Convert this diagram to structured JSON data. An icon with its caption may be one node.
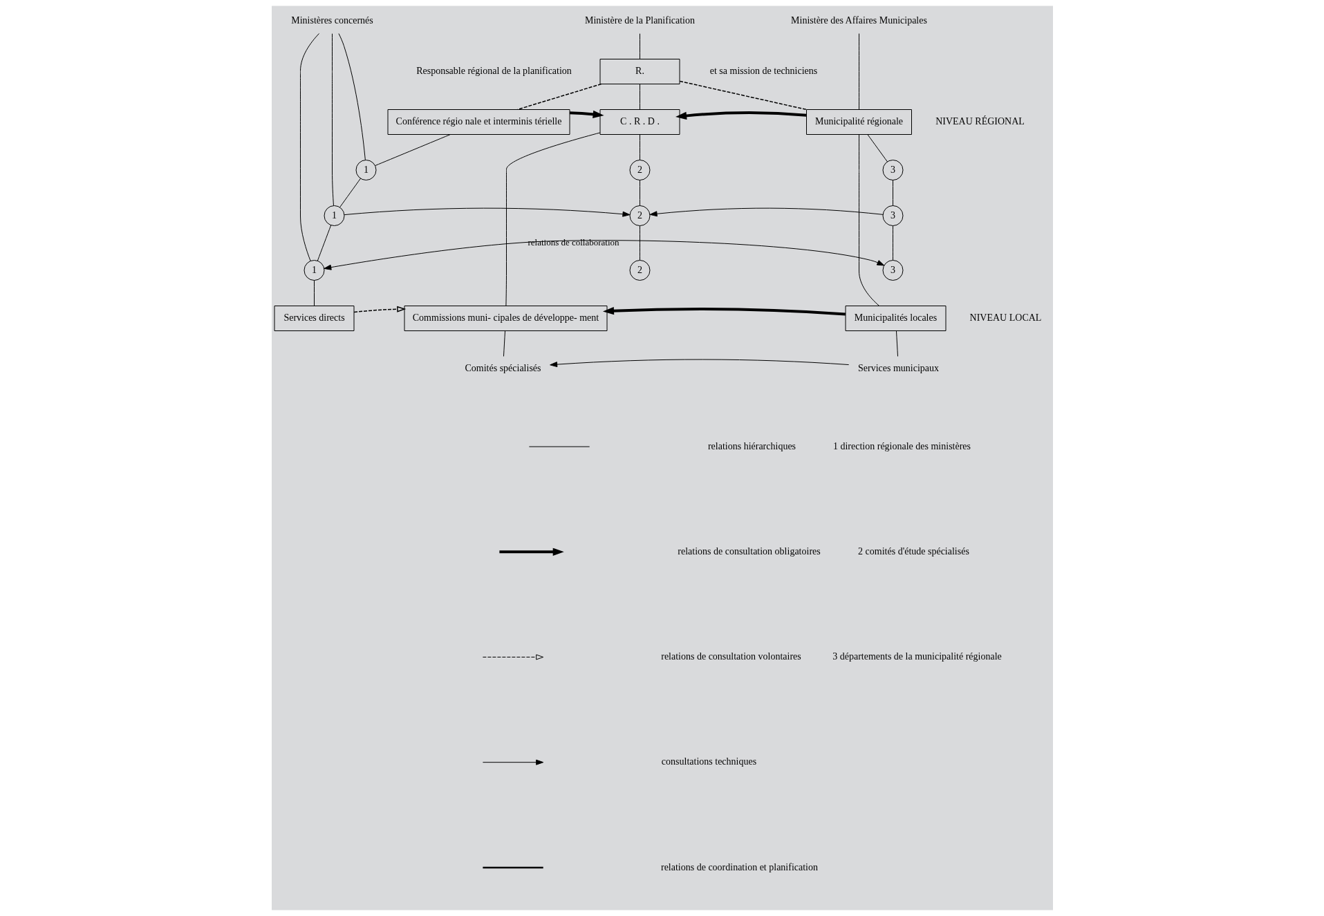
{
  "diagram": {
    "nodes": [
      {
        "text": [
          "Ministères concernés"
        ]
      },
      {
        "text": [
          "Ministère de la Planification"
        ]
      },
      {
        "text": [
          "R."
        ],
        "beside": [
          "Responsable régional de la planification",
          "et sa mission de techniciens"
        ]
      },
      {
        "text": [
          "Ministère des Affaires Municipales"
        ]
      },
      {
        "text": [
          "Conférence régio nale et interminis térielle"
        ]
      },
      {
        "text": [
          "C . R . D ."
        ]
      },
      {
        "text": [
          "Municipalité régionale"
        ]
      },
      {
        "text": [
          "1"
        ]
      },
      {
        "text": [
          "1"
        ]
      },
      {
        "text": [
          "1"
        ]
      },
      {
        "text": [
          "2"
        ]
      },
      {
        "text": [
          "2"
        ]
      },
      {
        "text": [
          "2"
        ]
      },
      {
        "text": [
          "3"
        ]
      },
      {
        "text": [
          "3"
        ]
      },
      {
        "text": [
          "3"
        ]
      },
      {
        "text": [
          "Services directs"
        ]
      },
      {
        "text": [
          "Commissions muni- cipales de développe- ment"
        ]
      },
      {
        "text": [
          "Municipalités locales"
        ]
      },
      {
        "text": [
          "Comités spécialisés"
        ]
      },
      {
        "text": [
          "Services municipaux"
        ]
      }
    ],
    "edges": [
      {
        "from": 1,
        "to": 2,
        "arrow": "none"
      },
      {
        "from": 2,
        "to": 5,
        "arrow": "none"
      },
      {
        "from": 2,
        "to": 4,
        "arrow": "none",
        "style": "dashed"
      },
      {
        "from": 2,
        "to": 6,
        "arrow": "none",
        "style": "dashed"
      },
      {
        "from": 3,
        "to": 6,
        "arrow": "none"
      },
      {
        "from": 4,
        "to": 5,
        "arrow": "to",
        "style": "thick"
      },
      {
        "from": 6,
        "to": 5,
        "arrow": "to",
        "style": "thick"
      },
      {
        "from": 4,
        "to": 7,
        "arrow": "none"
      },
      {
        "from": 7,
        "to": 8,
        "arrow": "none"
      },
      {
        "from": 8,
        "to": 9,
        "arrow": "none"
      },
      {
        "from": 0,
        "to": 7,
        "arrow": "none"
      },
      {
        "from": 0,
        "to": 8,
        "arrow": "none"
      },
      {
        "from": 0,
        "to": 9,
        "arrow": "none"
      },
      {
        "from": 5,
        "to": 10,
        "arrow": "none"
      },
      {
        "from": 10,
        "to": 11,
        "arrow": "none"
      },
      {
        "from": 11,
        "to": 12,
        "arrow": "none"
      },
      {
        "from": 6,
        "to": 13,
        "arrow": "none"
      },
      {
        "from": 13,
        "to": 14,
        "arrow": "none"
      },
      {
        "from": 14,
        "to": 15,
        "arrow": "none"
      },
      {
        "from": 8,
        "to": 11,
        "arrow": "to"
      },
      {
        "from": 14,
        "to": 11,
        "arrow": "to"
      },
      {
        "from": 9,
        "to": 15,
        "arrow": "both",
        "label": "relations de collaboration"
      },
      {
        "from": 9,
        "to": 16,
        "arrow": "none"
      },
      {
        "from": 5,
        "to": 17,
        "arrow": "none"
      },
      {
        "from": 6,
        "to": 18,
        "arrow": "none"
      },
      {
        "from": 16,
        "to": 17,
        "arrow": "to",
        "style": "dashed"
      },
      {
        "from": 18,
        "to": 17,
        "arrow": "to",
        "style": "thick"
      },
      {
        "from": 17,
        "to": 19,
        "arrow": "none"
      },
      {
        "from": 18,
        "to": 20,
        "arrow": "none"
      },
      {
        "from": 20,
        "to": 19,
        "arrow": "to"
      }
    ],
    "labels": [
      "NIVEAU RÉGIONAL",
      "NIVEAU LOCAL",
      "1 direction régionale des ministères",
      "2 comités d'étude spécialisés",
      "3 départements de la municipalité régionale"
    ],
    "legend": [
      {
        "text": "relations hiérarchiques"
      },
      {
        "text": "relations de consultation obligatoires"
      },
      {
        "text": "relations de consultation volontaires"
      },
      {
        "text": "consultations techniques"
      },
      {
        "text": "relations de coordination et planification"
      }
    ]
  }
}
